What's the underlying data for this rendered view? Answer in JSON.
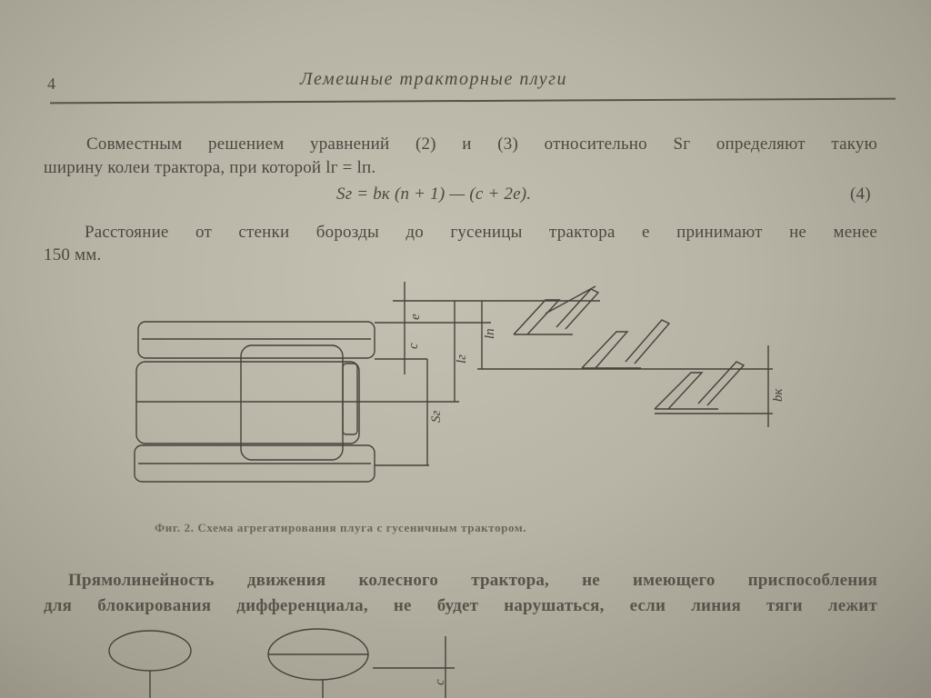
{
  "header": {
    "page_number": "4",
    "running_title": "Лемешные тракторные плуги"
  },
  "paragraph1": {
    "line1": "Совместным решением уравнений (2) и (3) относительно Sг определяют такую",
    "line2": "ширину колеи трактора, при которой lг = lп."
  },
  "formula": {
    "expression": "Sг = bк (n + 1) — (c + 2e).",
    "number": "(4)"
  },
  "paragraph2": {
    "line1": "Расстояние от стенки борозды до гусеницы трактора  e  принимают не менее",
    "line2": "150  мм."
  },
  "figure": {
    "labels": {
      "e": "e",
      "c": "c",
      "ln": "lп",
      "lg": "lг",
      "sg": "Sг",
      "bk": "bк"
    },
    "caption": "Фиг. 2. Схема агрегатирования плуга с гусеничным трактором."
  },
  "paragraph3": {
    "line1": "Прямолинейность движения колесного трактора, не имеющего приспособления",
    "line2": "для блокирования дифференциала, не будет нарушаться, если линия тяги лежит"
  },
  "figure_bottom": {
    "labels": {
      "c": "c"
    }
  }
}
